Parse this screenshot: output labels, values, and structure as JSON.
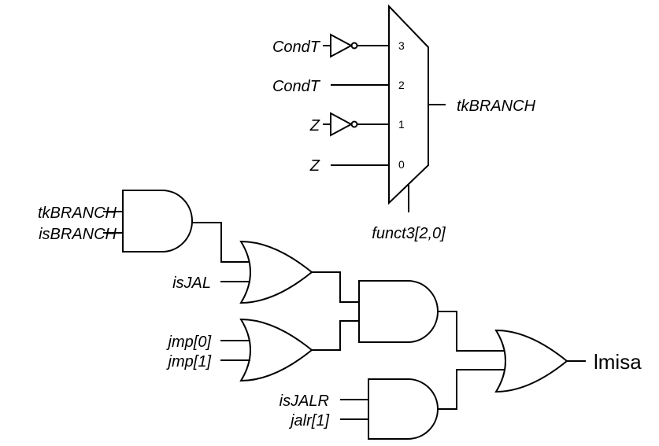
{
  "mux": {
    "inputs": [
      {
        "signal": "CondT",
        "pin": "3"
      },
      {
        "signal": "CondT",
        "pin": "2"
      },
      {
        "signal": "Z",
        "pin": "1"
      },
      {
        "signal": "Z",
        "pin": "0"
      }
    ],
    "output": "tkBRANCH",
    "select": "funct3[2,0]"
  },
  "gates": {
    "and_branch": {
      "inputs": [
        "tkBRANCH",
        "isBRANCH"
      ]
    },
    "or_jal": {
      "inputs": [
        "isJAL"
      ]
    },
    "or_jmp": {
      "inputs": [
        "jmp[0]",
        "jmp[1]"
      ]
    },
    "and_jalr": {
      "inputs": [
        "isJALR",
        "jalr[1]"
      ]
    }
  },
  "output_label": "lmisa"
}
